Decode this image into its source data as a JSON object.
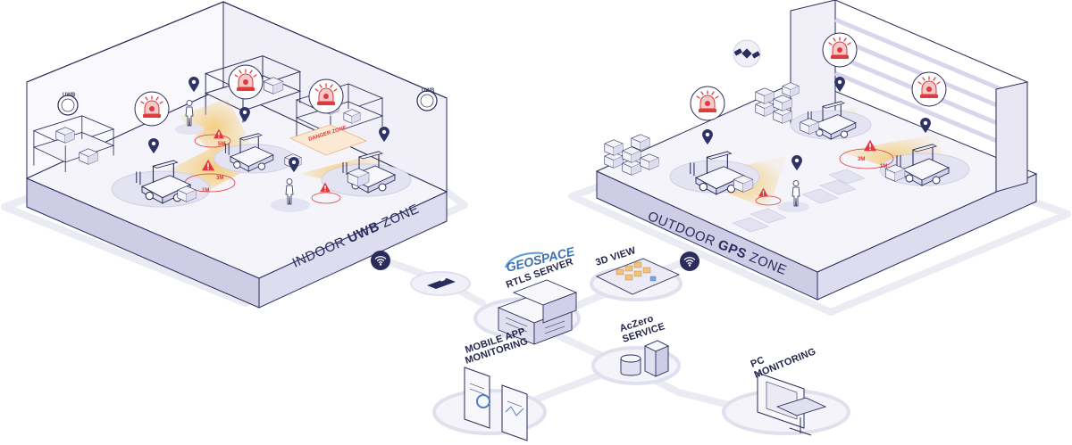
{
  "zones": {
    "indoor": {
      "prefix": "INDOOR ",
      "strong": "UWB",
      "suffix": " ZONE"
    },
    "outdoor": {
      "prefix": "OUTDOOR ",
      "strong": "GPS",
      "suffix": " ZONE"
    }
  },
  "anchors": {
    "left": "UWB",
    "right": "UWB"
  },
  "danger_zone": "DANGER ZONE",
  "distances": {
    "d1": "3M",
    "d2": "1M",
    "d3": "5M",
    "d4": "3M",
    "d5": "1M"
  },
  "brand": {
    "logo": "GEOSPACE"
  },
  "nodes": {
    "rtls": "RTLS SERVER",
    "view3d": "3D VIEW",
    "service_l1": "AcZero",
    "service_l2": "SERVICE",
    "mobile_l1": "MOBILE APP",
    "mobile_l2": "MONITORING",
    "pc_l1": "PC",
    "pc_l2": "MONITORING"
  },
  "colors": {
    "outline": "#2a2d5c",
    "platform": "#e6e5f3",
    "platform_side": "#cfcde6",
    "wall": "#f7f7fc",
    "alert": "#e0393e",
    "light_beam": "#f4c25a",
    "pin": "#2e3266",
    "network": "#ebebf4"
  }
}
